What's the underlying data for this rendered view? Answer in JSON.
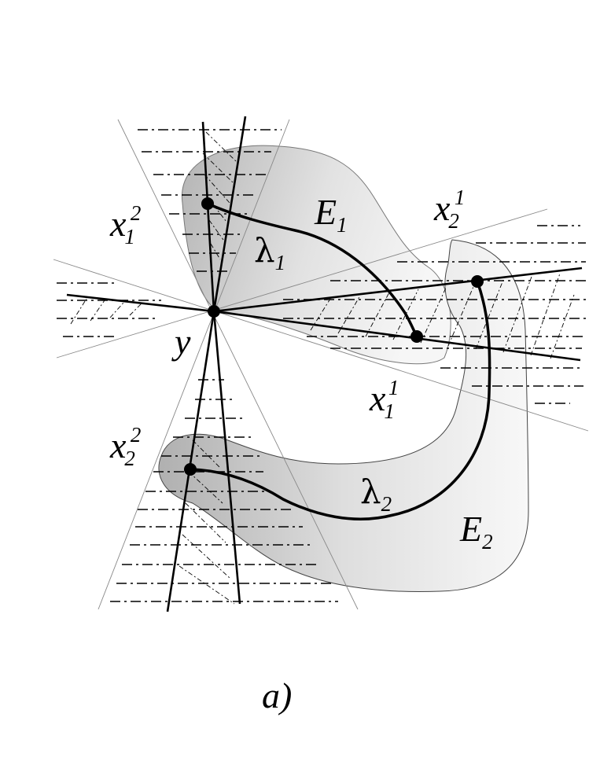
{
  "labels": {
    "x12": {
      "main": "x",
      "sub": "1",
      "sup": "2"
    },
    "x21": {
      "main": "x",
      "sub": "2",
      "sup": "1"
    },
    "x11": {
      "main": "x",
      "sub": "1",
      "sup": "1"
    },
    "x22": {
      "main": "x",
      "sub": "2",
      "sup": "2"
    },
    "y": "y",
    "E1": {
      "main": "E",
      "sub": "1"
    },
    "E2": {
      "main": "E",
      "sub": "2"
    },
    "lambda1": {
      "main": "λ",
      "sub": "1"
    },
    "lambda2": {
      "main": "λ",
      "sub": "2"
    }
  },
  "caption": "a)",
  "colors": {
    "region_dark": "#b8b8b8",
    "region_light": "#f4f4f4",
    "line": "#000000"
  }
}
